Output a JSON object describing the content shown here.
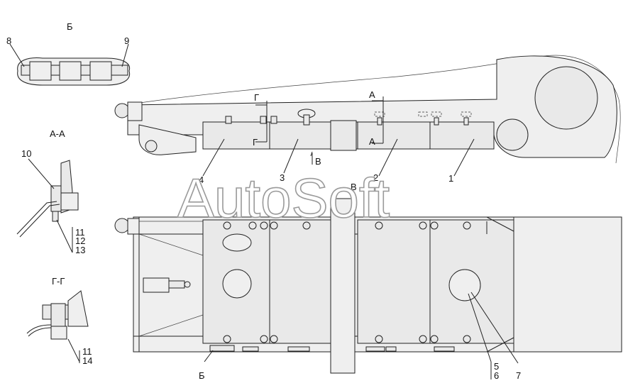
{
  "watermark": "AutoSoft",
  "section_titles": {
    "b": "Б",
    "a_a": "А-А",
    "g_g": "Г-Г"
  },
  "cut_marks": {
    "g": "Г",
    "a": "А",
    "v": "В",
    "b": "Б"
  },
  "callouts": {
    "c1": "1",
    "c2": "2",
    "c3": "3",
    "c4": "4",
    "c5": "5",
    "c6": "6",
    "c7": "7",
    "c8": "8",
    "c9": "9",
    "c10": "10",
    "c11": "11",
    "c12": "12",
    "c13": "13",
    "c14": "14"
  },
  "colors": {
    "stroke": "#222222",
    "fill": "#e9e9e9",
    "watermark_outline": "#9a9a9a"
  }
}
